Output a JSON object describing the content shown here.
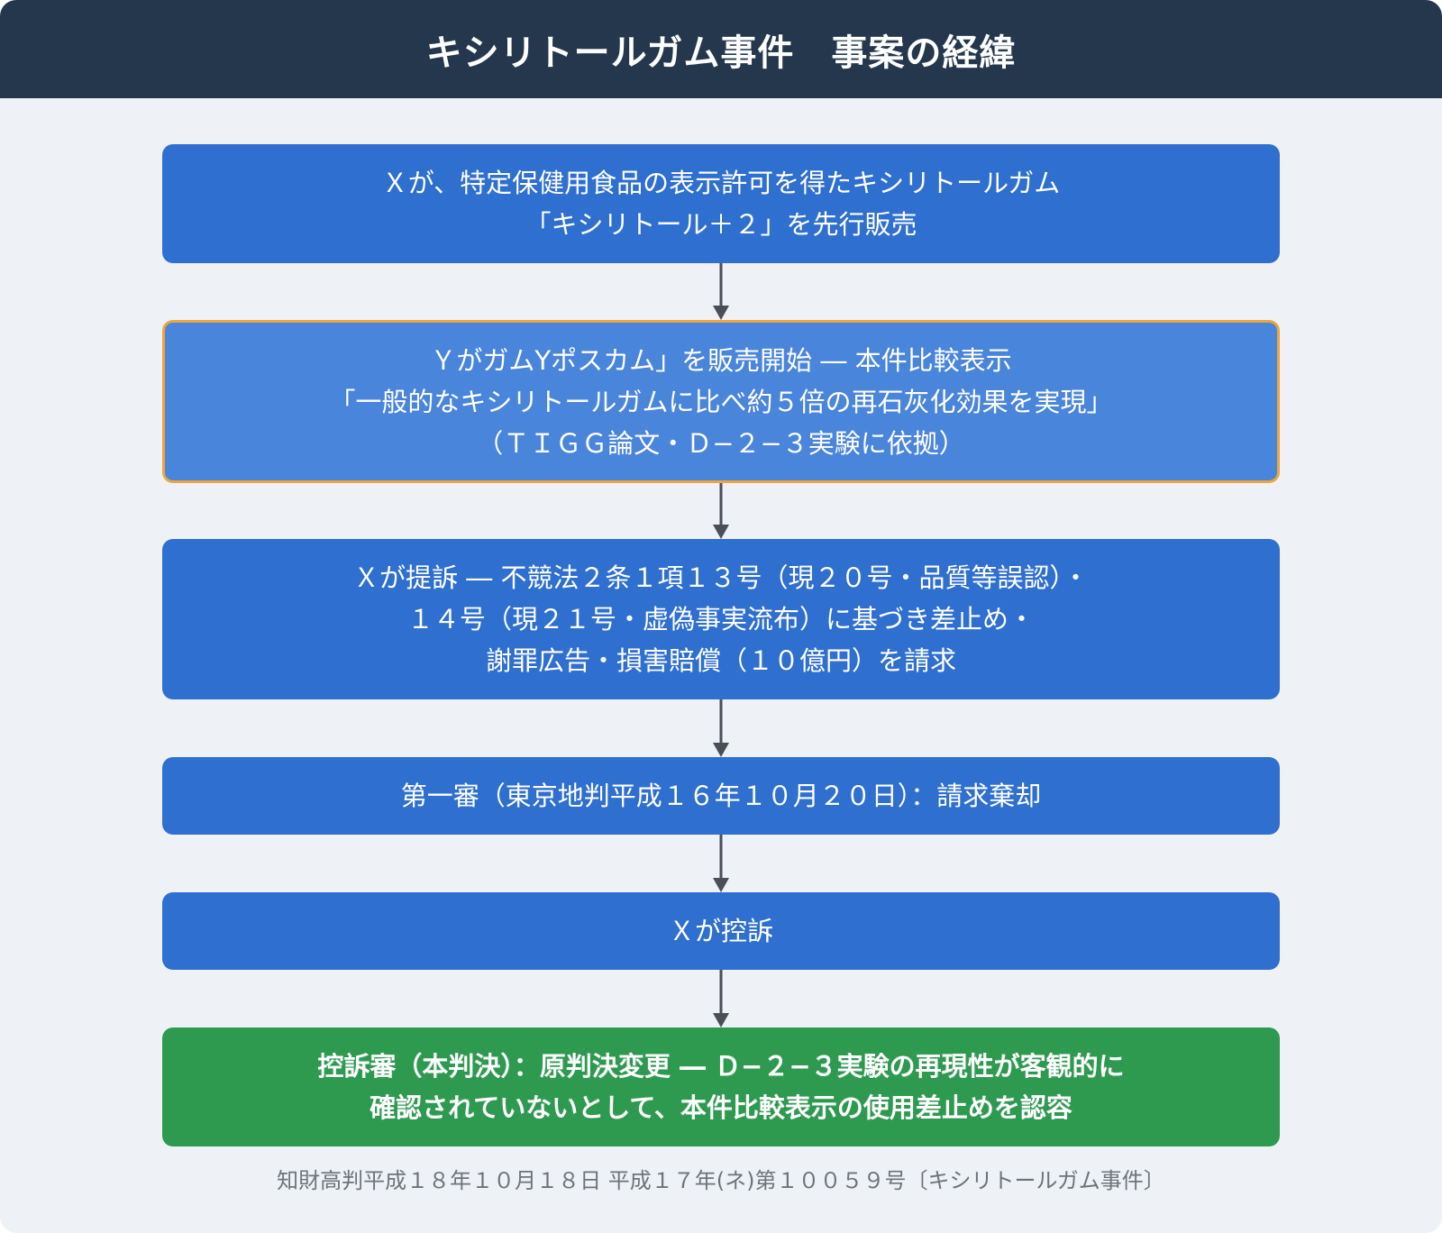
{
  "header": {
    "title": "キシリトールガム事件　事案の経緯"
  },
  "steps": [
    {
      "lines": [
        "Ｘが、特定保健用食品の表示許可を得たキシリトールガム",
        "「キシリトール＋２」を先行販売"
      ]
    },
    {
      "lines": [
        "ＹがガムYポスカム」を販売開始 ― 本件比較表示",
        "「一般的なキシリトールガムに比べ約５倍の再石灰化効果を実現」",
        "（ＴＩＧＧ論文・Ｄ−２−３実験に依拠）"
      ]
    },
    {
      "lines": [
        "Ｘが提訴 ― 不競法２条１項１３号（現２０号・品質等誤認）・",
        "１４号（現２１号・虚偽事実流布）に基づき差止め・",
        "謝罪広告・損害賠償（１０億円）を請求"
      ]
    },
    {
      "lines": [
        "第一審（東京地判平成１６年１０月２０日）：請求棄却"
      ]
    },
    {
      "lines": [
        "Ｘが控訴"
      ]
    },
    {
      "lines": [
        "控訴審（本判決）：原判決変更 ― Ｄ−２−３実験の再現性が客観的に",
        "確認されていないとして、本件比較表示の使用差止めを認容"
      ]
    }
  ],
  "caption": "知財高判平成１８年１０月１８日 平成１７年(ネ)第１００５９号〔キシリトールガム事件〕",
  "colors": {
    "header": "#24374d",
    "box": "#2f6fd0",
    "highlight_box": "#4a85dc",
    "highlight_border": "#f0a43a",
    "result_box": "#2e9a50",
    "arrow": "#4a4f57"
  }
}
